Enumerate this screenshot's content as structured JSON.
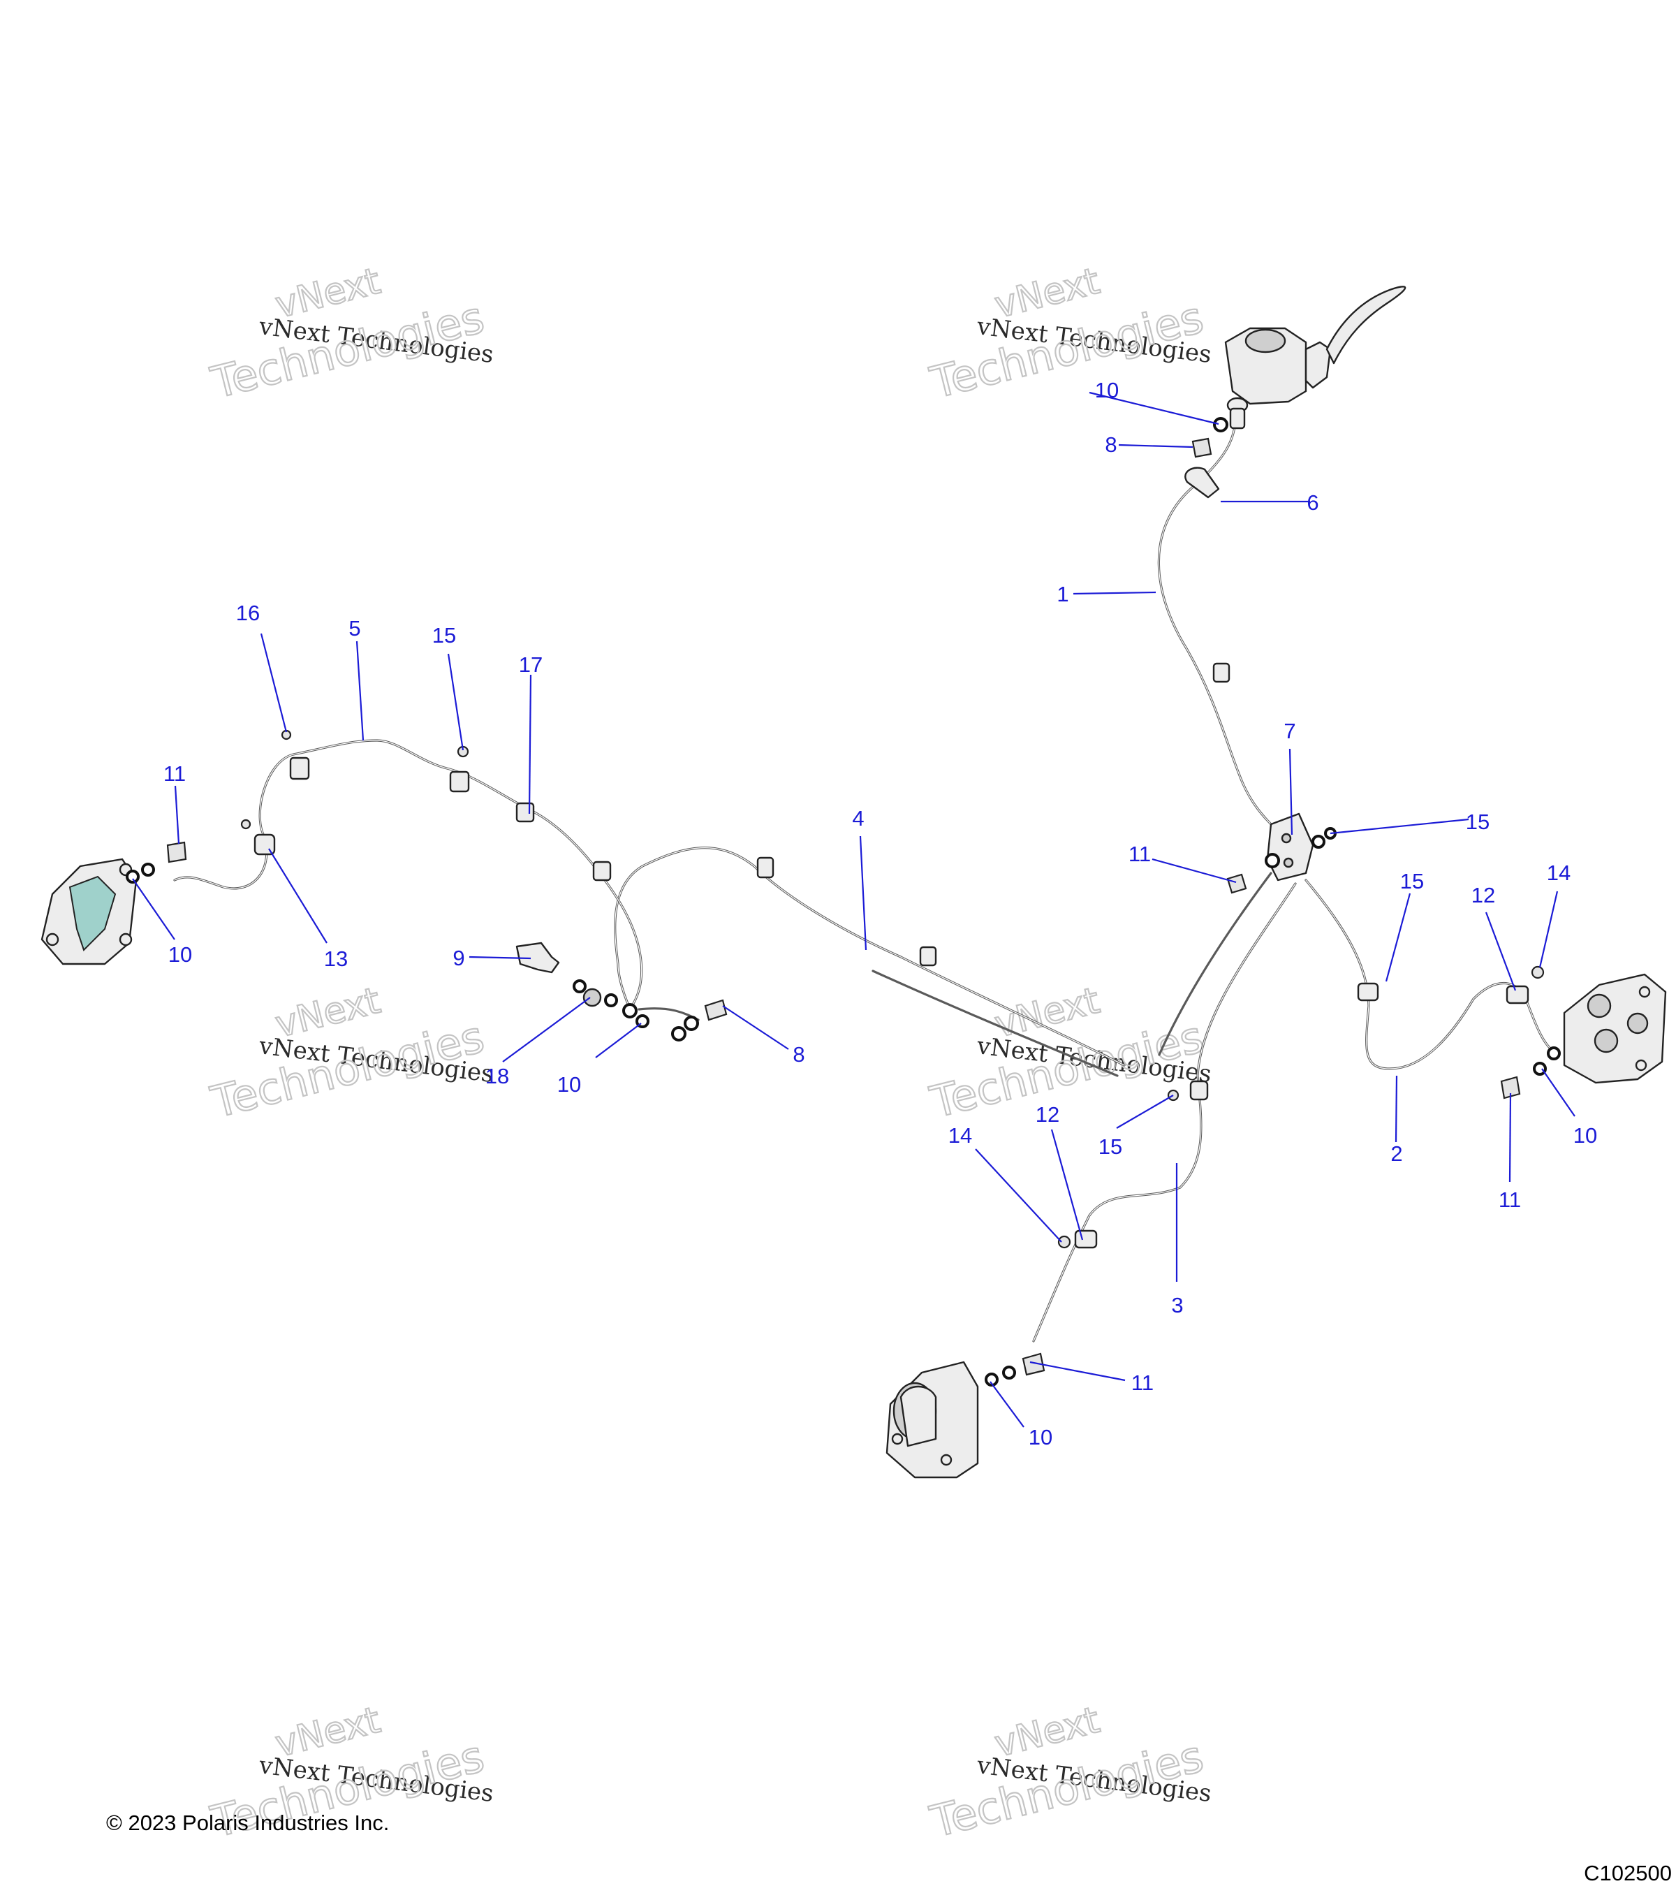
{
  "copyright": "© 2023 Polaris Industries Inc.",
  "figure_code": "C102500",
  "watermark": {
    "line1": "vNext",
    "line2": "vNext Technologies",
    "line3": "Technologies"
  },
  "callouts": {
    "c1": "1",
    "c2": "2",
    "c3": "3",
    "c4": "4",
    "c5": "5",
    "c6": "6",
    "c7": "7",
    "c8a": "8",
    "c8b": "8",
    "c9": "9",
    "c10a": "10",
    "c10b": "10",
    "c10c": "10",
    "c10d": "10",
    "c10e": "10",
    "c11a": "11",
    "c11b": "11",
    "c11c": "11",
    "c11d": "11",
    "c12a": "12",
    "c12b": "12",
    "c13": "13",
    "c14a": "14",
    "c14b": "14",
    "c15a": "15",
    "c15b": "15",
    "c15c": "15",
    "c15d": "15",
    "c16": "16",
    "c17": "17",
    "c18": "18"
  },
  "colors": {
    "callout": "#1b1bd6",
    "line": "#5a5a5a",
    "watermark": "#c4c4c4"
  }
}
